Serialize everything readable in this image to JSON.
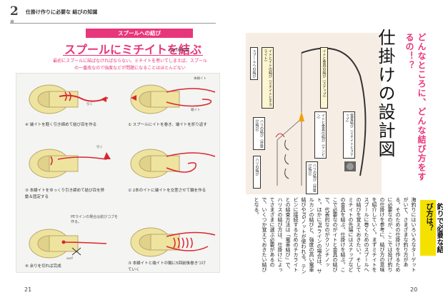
{
  "left": {
    "chapter_glyph": "2",
    "chapter_sub": "章",
    "header_title": "仕掛け作りに必要な 結びの知識",
    "section": "スプールへの結び",
    "title": "スプールにミチイトを結ぶ",
    "title_tag": "DVD本収録",
    "lead": "最初にスプールに結ばなければならない。ミチイトを巻いてしまえば、スプールの一番底なので強度などが問題になることはほとんどない",
    "labels": {
      "honsen": "本線イト",
      "haxi": "端イト",
      "hiku1": "引く",
      "hiku2": "引く",
      "pe_note": "PEラインの場合は結びコブを作る。",
      "out": "out！"
    },
    "steps": [
      {
        "text": "① スプールにイトを巻き、端イトを折り返す"
      },
      {
        "text": "② 2本のイトに端イトを交差させて輪を作る"
      },
      {
        "text": "③ 本線イトと端イトの輪に5回前後巻きつけていく"
      },
      {
        "text": "④ 端イトを軽く引き締めて結び目を作る"
      },
      {
        "text": "⑤ 本線イトをゆっくり引き締めて結び目を移動＆固定する"
      },
      {
        "text": "⑥ 余りを切れば完成"
      }
    ],
    "page_number": "21"
  },
  "right": {
    "headline": "どんなところに、どんな結び方をするの！？",
    "big_title": "仕掛けの設計図",
    "question": "釣りで必要な結び方は？",
    "body": "海釣りにはいろいろなターゲットがいて、さまざまな釣り方がある。そのための仕掛けを作るために必要なのが、ここでは投げ釣りの仕掛けを参考に、結び方の意味を紹介していく。まずミチイトをスプールに巻くためのスプールへの結びを覚えておきたい。そしてミチイトの先端にはスナップなどの金具を結ぶ。仕掛けを結ぶ。ここで必要なのがイトと金具の結びで、代表的なのがクリンチノット。ほかにPEラインの場合は、サルカンの結びと、強度の高い電車結びやFGノットが使われる。テンビンに接続するためのチカライトとの結束方法は「電車結び」で、ハリスの結び方は、仕掛けによってさまざまに選ぶ必要があるので、いくつか覚えておきたい結びとなる。",
    "diagram_labels": [
      {
        "text": "スプールへの結び"
      },
      {
        "text": "イトとイトの結び（ミチイトとチカライト）"
      },
      {
        "text": "イトと金具の結び（スナップ）"
      },
      {
        "text": "ハリの結び（外掛け結び）"
      },
      {
        "text": "イトと金具の結び（テンビン）"
      },
      {
        "text": "ハリの結び"
      },
      {
        "text": "電車結び（ミチイトとスナップ）"
      },
      {
        "text": "ハリの結び（外掛け結び）"
      }
    ],
    "page_number": "20"
  },
  "colors": {
    "accent": "#e8367a",
    "yellow": "#f5e100",
    "spool": "#efe3a0",
    "panel": "#f4f4f2",
    "diagram_bg": "#f6ede4",
    "line_red": "#d9262f",
    "arrow_red": "#d9262f"
  }
}
